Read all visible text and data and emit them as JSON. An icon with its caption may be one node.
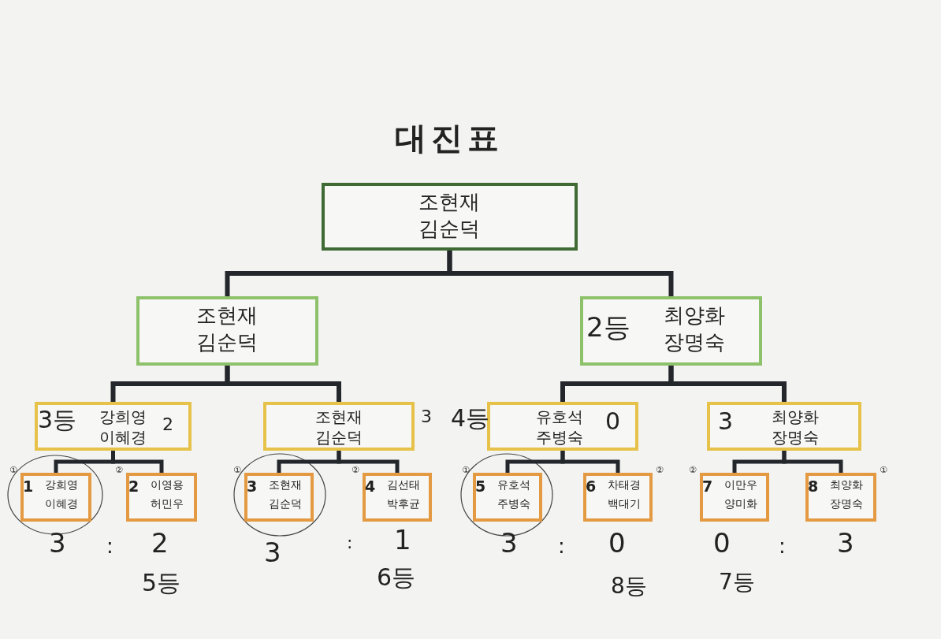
{
  "diagram": {
    "title": "대진표",
    "nodes": [
      {
        "text": [
          "조현재 김순덕"
        ]
      },
      {
        "text": [
          "조현재 김순덕"
        ]
      },
      {
        "text": [
          "2등",
          "최양화 장명숙"
        ]
      },
      {
        "text": [
          "3등",
          "강희영 이혜경",
          "2"
        ]
      },
      {
        "text": [
          "조현재 김순덕"
        ],
        "beside": [
          "3"
        ]
      },
      {
        "text": [
          "유호석 주병숙",
          "0"
        ],
        "beside": [
          "4등"
        ]
      },
      {
        "text": [
          "3",
          "최양화 장명숙"
        ]
      },
      {
        "text": [
          "1",
          "강희영 이혜경"
        ],
        "beside": [
          "①"
        ]
      },
      {
        "text": [
          "2",
          "이영용 허민우"
        ],
        "beside": [
          "②"
        ]
      },
      {
        "text": [
          "3",
          "조현재 김순덕"
        ],
        "beside": [
          "①"
        ]
      },
      {
        "text": [
          "4",
          "김선태 박후균"
        ],
        "beside": [
          "②"
        ]
      },
      {
        "text": [
          "5",
          "유호석 주병숙"
        ],
        "beside": [
          "①"
        ]
      },
      {
        "text": [
          "6",
          "차태경 백대기"
        ],
        "beside": [
          "②"
        ]
      },
      {
        "text": [
          "7",
          "이만우 양미화"
        ],
        "beside": [
          "②"
        ]
      },
      {
        "text": [
          "8",
          "최양화 장명숙"
        ],
        "beside": [
          "①"
        ]
      }
    ],
    "edges": [
      {
        "from": 0,
        "to": 1,
        "arrow": "none"
      },
      {
        "from": 0,
        "to": 2,
        "arrow": "none"
      },
      {
        "from": 1,
        "to": 3,
        "arrow": "none"
      },
      {
        "from": 1,
        "to": 4,
        "arrow": "none"
      },
      {
        "from": 2,
        "to": 5,
        "arrow": "none"
      },
      {
        "from": 2,
        "to": 6,
        "arrow": "none"
      },
      {
        "from": 3,
        "to": 7,
        "arrow": "none"
      },
      {
        "from": 3,
        "to": 8,
        "arrow": "none"
      },
      {
        "from": 4,
        "to": 9,
        "arrow": "none"
      },
      {
        "from": 4,
        "to": 10,
        "arrow": "none"
      },
      {
        "from": 5,
        "to": 11,
        "arrow": "none"
      },
      {
        "from": 5,
        "to": 12,
        "arrow": "none"
      },
      {
        "from": 6,
        "to": 13,
        "arrow": "none"
      },
      {
        "from": 6,
        "to": 14,
        "arrow": "none"
      }
    ],
    "labels": [
      "3",
      ":",
      "2",
      "3",
      ":",
      "1",
      "3",
      ":",
      "0",
      "0",
      ":",
      "3",
      "5등",
      "6등",
      "8등",
      "7등"
    ]
  }
}
